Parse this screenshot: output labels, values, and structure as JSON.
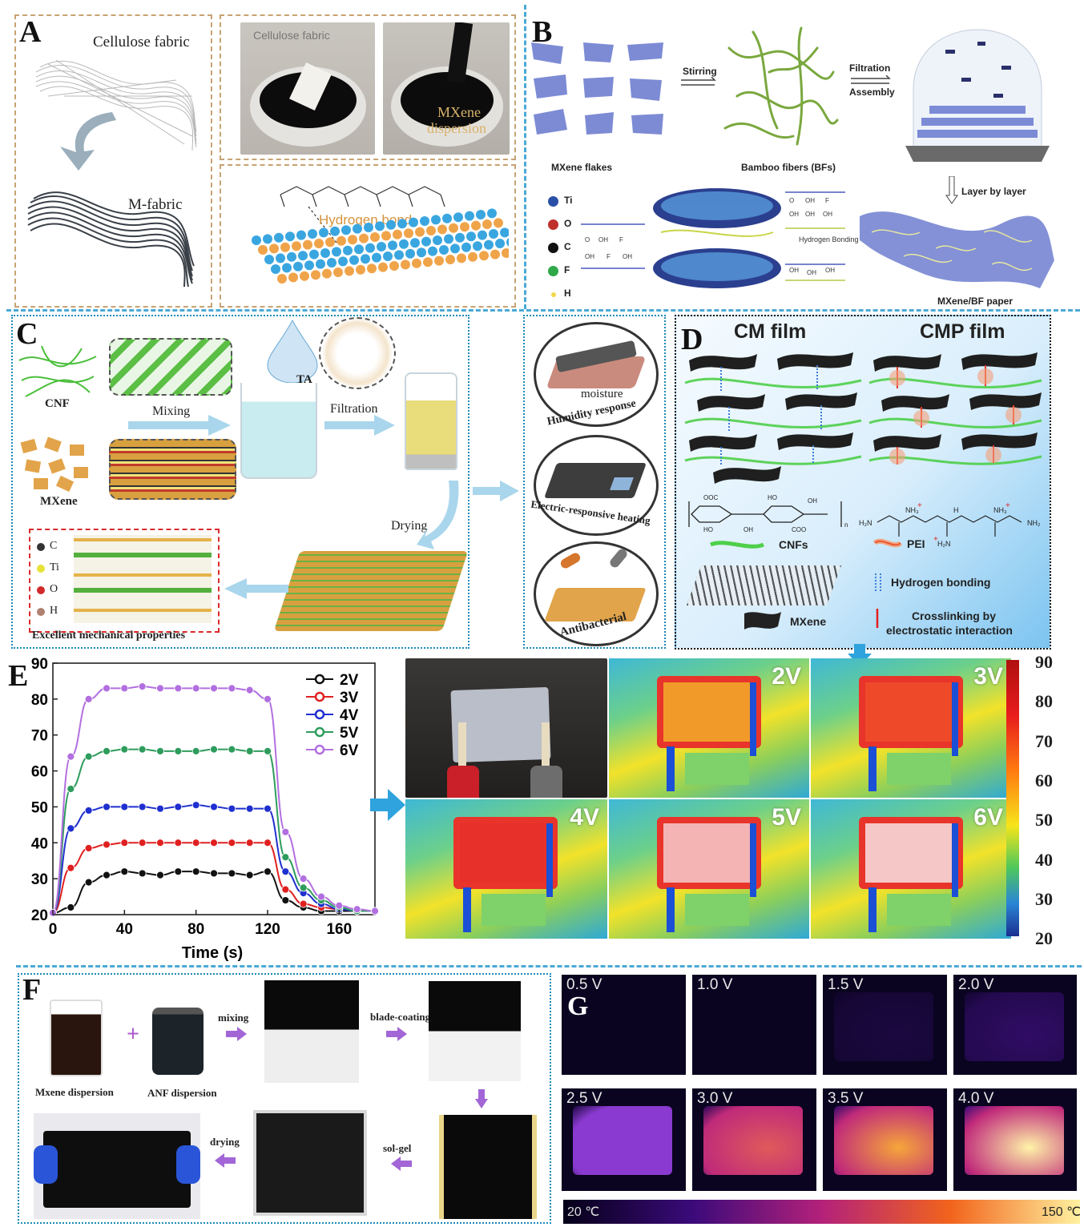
{
  "panelA": {
    "letter": "A",
    "fabric_label": "Cellulose fabric",
    "mfabric_label": "M-fabric",
    "photo_label": "Cellulose fabric",
    "dispersion_label_1": "MXene",
    "dispersion_label_2": "dispersion",
    "hbond_label": "Hydrogen bond"
  },
  "panelB": {
    "letter": "B",
    "stirring": "Stirring",
    "filtration": "Filtration",
    "assembly": "Assembly",
    "mxene_flakes": "MXene flakes",
    "bamboo": "Bamboo fibers (BFs)",
    "layer_by_layer": "Layer by layer",
    "hydrogen_bonding": "Hydrogen Bonding",
    "paper": "MXene/BF paper",
    "legend": [
      "Ti",
      "O",
      "C",
      "F",
      "H"
    ],
    "legend_colors": [
      "#2a4fa6",
      "#c0302a",
      "#111111",
      "#2fa84a",
      "#f2d64a"
    ]
  },
  "panelC": {
    "letter": "C",
    "cnf": "CNF",
    "mxene": "MXene",
    "ta": "TA",
    "mixing": "Mixing",
    "filtration": "Filtration",
    "drying": "Drying",
    "legend": [
      "C",
      "Ti",
      "O",
      "H"
    ],
    "mech": "Excellent mechanical properties",
    "moisture": "moisture",
    "humidity": "Humidity response",
    "electric": "Electric-responsive heating",
    "antibacterial": "Antibacterial"
  },
  "panelD": {
    "letter": "D",
    "cm_film": "CM film",
    "cmp_film": "CMP film",
    "cnfs": "CNFs",
    "pei": "PEI",
    "mxene": "MXene",
    "hbond": "Hydrogen bonding",
    "crosslink_1": "Crosslinking by",
    "crosslink_2": "electrostatic interaction"
  },
  "panelE": {
    "letter": "E",
    "thermo_labels": [
      "2V",
      "3V",
      "4V",
      "5V",
      "6V"
    ],
    "colorbar_ticks": [
      "90",
      "80",
      "70",
      "60",
      "50",
      "40",
      "30",
      "20"
    ]
  },
  "chart_data": {
    "type": "line",
    "title": "",
    "xlabel": "Time (s)",
    "ylabel": "",
    "xlim": [
      0,
      180
    ],
    "ylim": [
      20,
      90
    ],
    "xticks": [
      0,
      40,
      80,
      120,
      160
    ],
    "yticks": [
      20,
      30,
      40,
      50,
      60,
      70,
      80,
      90
    ],
    "legend_position": "top-right",
    "x": [
      0,
      10,
      20,
      30,
      40,
      50,
      60,
      70,
      80,
      90,
      100,
      110,
      120,
      130,
      140,
      150,
      160,
      170,
      180
    ],
    "series": [
      {
        "name": "2V",
        "color": "#111111",
        "values": [
          20.5,
          22,
          29,
          31,
          32,
          31.5,
          31,
          32,
          32,
          31.5,
          31.5,
          31,
          32,
          24,
          22,
          21,
          21,
          21,
          21
        ]
      },
      {
        "name": "3V",
        "color": "#e02020",
        "values": [
          20.5,
          33,
          38.5,
          39.5,
          40,
          40,
          40,
          40,
          40,
          40,
          40,
          40,
          40,
          27,
          23,
          22,
          21.5,
          21,
          21
        ]
      },
      {
        "name": "4V",
        "color": "#1f2fcf",
        "values": [
          20.5,
          44,
          49,
          50,
          50,
          50,
          49.5,
          50,
          50.5,
          50,
          49.5,
          49.5,
          49.5,
          32,
          26,
          23,
          21.5,
          21,
          21
        ]
      },
      {
        "name": "5V",
        "color": "#2e9c5c",
        "values": [
          20.5,
          55,
          64,
          65.5,
          66,
          66,
          65.5,
          65.5,
          65.5,
          66,
          66,
          65.5,
          65.5,
          36,
          27.5,
          24,
          22,
          21,
          21
        ]
      },
      {
        "name": "6V",
        "color": "#b26fe0",
        "values": [
          20.5,
          64,
          80,
          83,
          83,
          83.5,
          83,
          83,
          83,
          83,
          83,
          82.5,
          80,
          43,
          30,
          25,
          22.5,
          21.5,
          21
        ]
      }
    ]
  },
  "panelF": {
    "letter": "F",
    "mxene_disp": "Mxene dispersion",
    "anf_disp": "ANF dispersion",
    "mixing": "mixing",
    "blade": "blade-coating",
    "solgel": "sol-gel",
    "drying": "drying"
  },
  "panelG": {
    "letter": "G",
    "voltages": [
      "0.5 V",
      "1.0 V",
      "1.5 V",
      "2.0 V",
      "2.5 V",
      "3.0 V",
      "3.5 V",
      "4.0 V"
    ],
    "levels": [
      0.0,
      0.02,
      0.08,
      0.18,
      0.38,
      0.6,
      0.82,
      1.0
    ],
    "scale_min": "20 ℃",
    "scale_max": "150 ℃"
  }
}
